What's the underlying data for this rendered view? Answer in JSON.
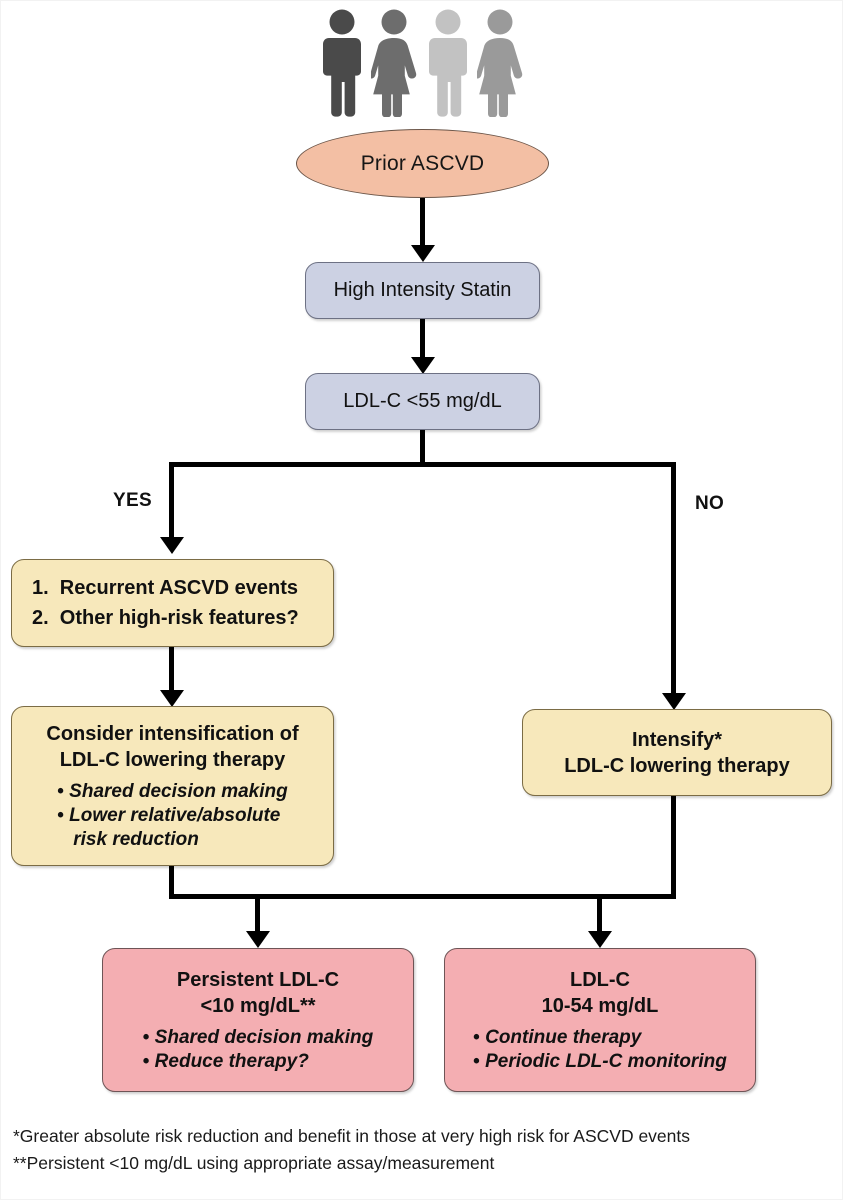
{
  "figure": {
    "type": "clinical-decision-flowchart",
    "colors": {
      "ellipse_fill": "#f3bfa4",
      "process_fill": "#ccd1e3",
      "decision_fill": "#f7e8bb",
      "outcome_fill": "#f4aeb2",
      "connector": "#000000"
    },
    "people_icons": [
      "male-figure-icon",
      "female-figure-icon",
      "male-figure-icon",
      "female-figure-icon"
    ],
    "people_colors": [
      "#4a4a4a",
      "#6d6d6d",
      "#c2c2c2",
      "#9a9a9a"
    ]
  },
  "nodes": {
    "start": {
      "label": "Prior ASCVD"
    },
    "statin": {
      "label": "High Intensity Statin"
    },
    "target": {
      "label": "LDL-C <55 mg/dL"
    },
    "recurrent": {
      "items": [
        "1.  Recurrent ASCVD events",
        "2.  Other high-risk features?"
      ]
    },
    "consider": {
      "title_line1": "Consider intensification of",
      "title_line2": "LDL-C lowering therapy",
      "bullets": [
        "Shared decision making",
        "Lower relative/absolute",
        "risk reduction"
      ]
    },
    "intensify": {
      "title_line1": "Intensify*",
      "title_line2": "LDL-C lowering therapy"
    },
    "persistent": {
      "title_line1": "Persistent LDL-C",
      "title_line2": "<10 mg/dL**",
      "bullets": [
        "Shared decision making",
        "Reduce therapy?"
      ]
    },
    "range": {
      "title_line1": "LDL-C",
      "title_line2": "10-54 mg/dL",
      "bullets": [
        "Continue therapy",
        "Periodic LDL-C monitoring"
      ]
    }
  },
  "branches": {
    "yes": "YES",
    "no": "NO"
  },
  "footnotes": [
    "*Greater absolute risk reduction and benefit in those at very high risk for ASCVD events",
    "**Persistent <10 mg/dL using appropriate  assay/measurement"
  ]
}
